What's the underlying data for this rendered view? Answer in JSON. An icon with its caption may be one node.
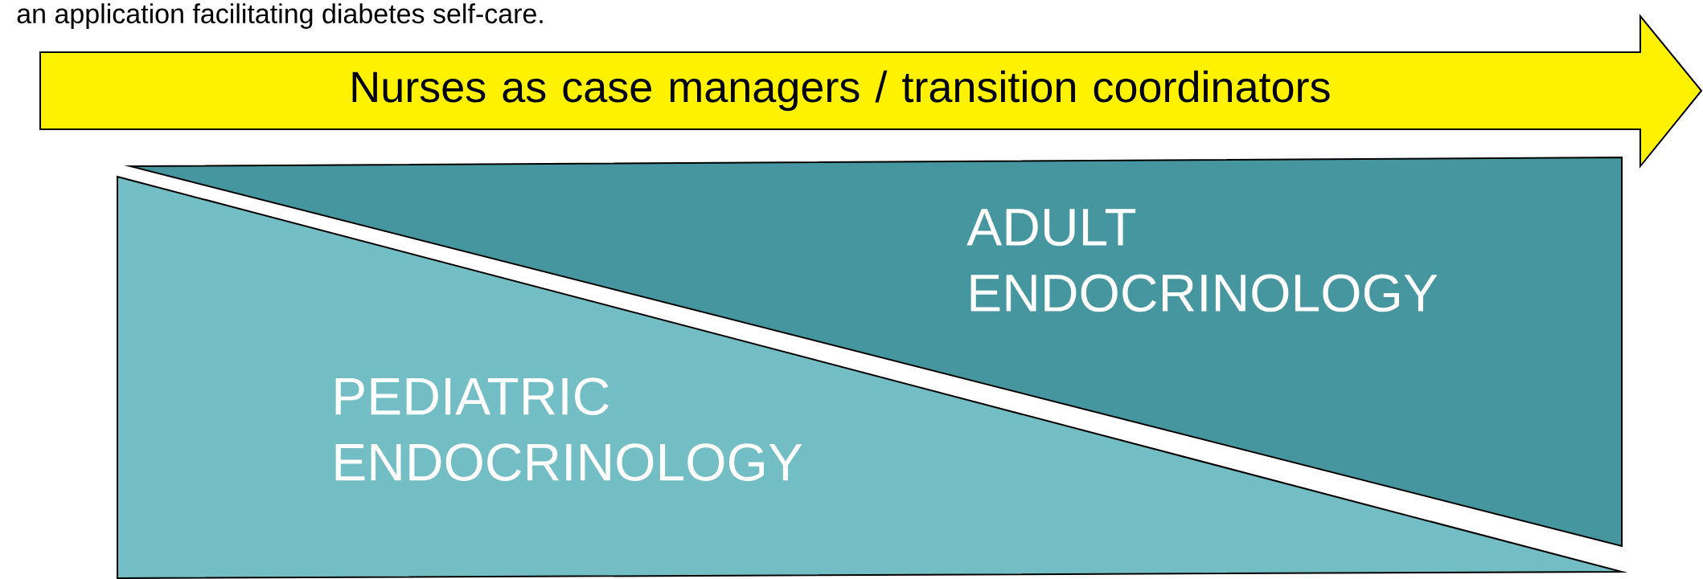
{
  "diagram": {
    "title": "an application facilitating diabetes self-care.",
    "nodes": [
      {
        "text": [
          "Nurses as case managers / transition coordinators"
        ]
      },
      {
        "text": [
          "ADULT ENDOCRINOLOGY"
        ]
      },
      {
        "text": [
          "PEDIATRIC ENDOCRINOLOGY"
        ]
      }
    ]
  }
}
